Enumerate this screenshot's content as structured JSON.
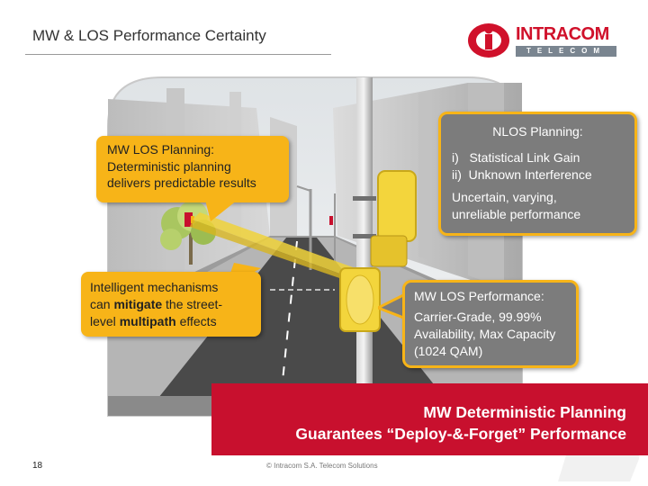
{
  "slide": {
    "title": "MW & LOS Performance Certainty",
    "logo_name": "INTRACOM",
    "logo_sub": "TELECOM",
    "callout_planning": {
      "heading": "MW LOS Planning:",
      "line1": "Deterministic planning",
      "line2": "delivers predictable results"
    },
    "callout_mechanisms": {
      "line1": "Intelligent mechanisms",
      "line2_pre": "can ",
      "line2_bold": "mitigate",
      "line2_post": " the street-",
      "line3_pre": "level ",
      "line3_bold": "multipath",
      "line3_post": " effects"
    },
    "callout_nlos": {
      "heading": "NLOS Planning:",
      "item1": "i)   Statistical Link Gain",
      "item2": "ii)  Unknown Interference",
      "line1": "Uncertain, varying,",
      "line2": "unreliable performance"
    },
    "callout_performance": {
      "heading": "MW LOS Performance:",
      "line1": "Carrier-Grade, 99.99%",
      "line2": "Availability, Max Capacity",
      "line3": "(1024 QAM)"
    },
    "banner": {
      "line1": "MW Deterministic Planning",
      "line2": "Guarantees “Deploy-&-Forget” Performance"
    },
    "page_number": "18",
    "footer": "© Intracom S.A. Telecom Solutions"
  },
  "colors": {
    "brand_red": "#c8102e",
    "callout_yellow": "#f7b418",
    "callout_gray": "#7c7c7c"
  }
}
